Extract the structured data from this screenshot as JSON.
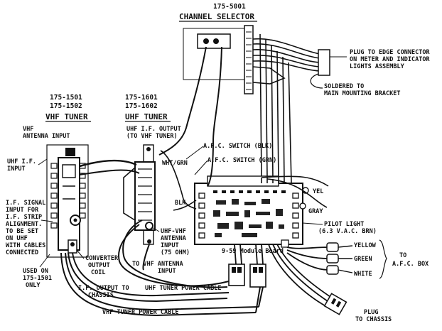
{
  "channel_selector": {
    "part_number": "175-5001",
    "title": "CHANNEL SELECTOR"
  },
  "vhf_tuner": {
    "part_numbers": [
      "175-1501",
      "175-1502"
    ],
    "title": "VHF TUNER",
    "antenna_input": [
      "VHF",
      "ANTENNA INPUT"
    ],
    "uhf_if_input": [
      "UHF I.F.",
      "INPUT"
    ],
    "if_signal_note": [
      "I.F. SIGNAL",
      "INPUT FOR",
      "I.F. STRIP",
      "ALIGNMENT.",
      "TO BE SET",
      "ON UHF",
      "WITH CABLES",
      "CONNECTED"
    ],
    "used_on": [
      "USED ON",
      "175-1501",
      "ONLY"
    ],
    "converter_coil": [
      "CONVERTER",
      "OUTPUT",
      "COIL"
    ],
    "if_output": [
      "I.F. OUTPUT TO",
      "CHASSIS"
    ]
  },
  "uhf_tuner": {
    "part_numbers": [
      "175-1601",
      "175-1602"
    ],
    "title": "UHF TUNER",
    "if_output": [
      "UHF I.F. OUTPUT",
      "(TO VHF TUNER)"
    ],
    "wht_grn": "WHT/GRN",
    "antenna_input": [
      "UHF-VHF",
      "ANTENNA",
      "INPUT",
      "(75 OHM)"
    ],
    "to_vhf_antenna": [
      "TO VHF ANTENNA",
      "INPUT"
    ]
  },
  "afc_switch_blk": "A.F.C. SWITCH (BLK)",
  "afc_switch_grn": "A.F.C. SWITCH (GRN)",
  "module_board": {
    "label": "9-59 Module Board",
    "blk": "BLK",
    "yel": "YEL",
    "gray": "GRAY"
  },
  "pilot_light": [
    "PILOT LIGHT",
    "(6.3 V.A.C. BRN)"
  ],
  "plug_edge": [
    "PLUG TO EDGE CONNECTOR",
    "ON METER AND INDICATOR",
    "LIGHTS ASSEMBLY"
  ],
  "soldered": [
    "SOLDERED TO",
    "MAIN MOUNTING BRACKET"
  ],
  "afc_box": {
    "wires": [
      "YELLOW",
      "GREEN",
      "WHITE"
    ],
    "to": "TO",
    "dest": "A.F.C. BOX"
  },
  "plug_chassis": [
    "PLUG",
    "TO CHASSIS"
  ],
  "uhf_power_cable": "UHF TUNER POWER CABLE",
  "vhf_power_cable": "VHF TUNER POWER CABLE"
}
